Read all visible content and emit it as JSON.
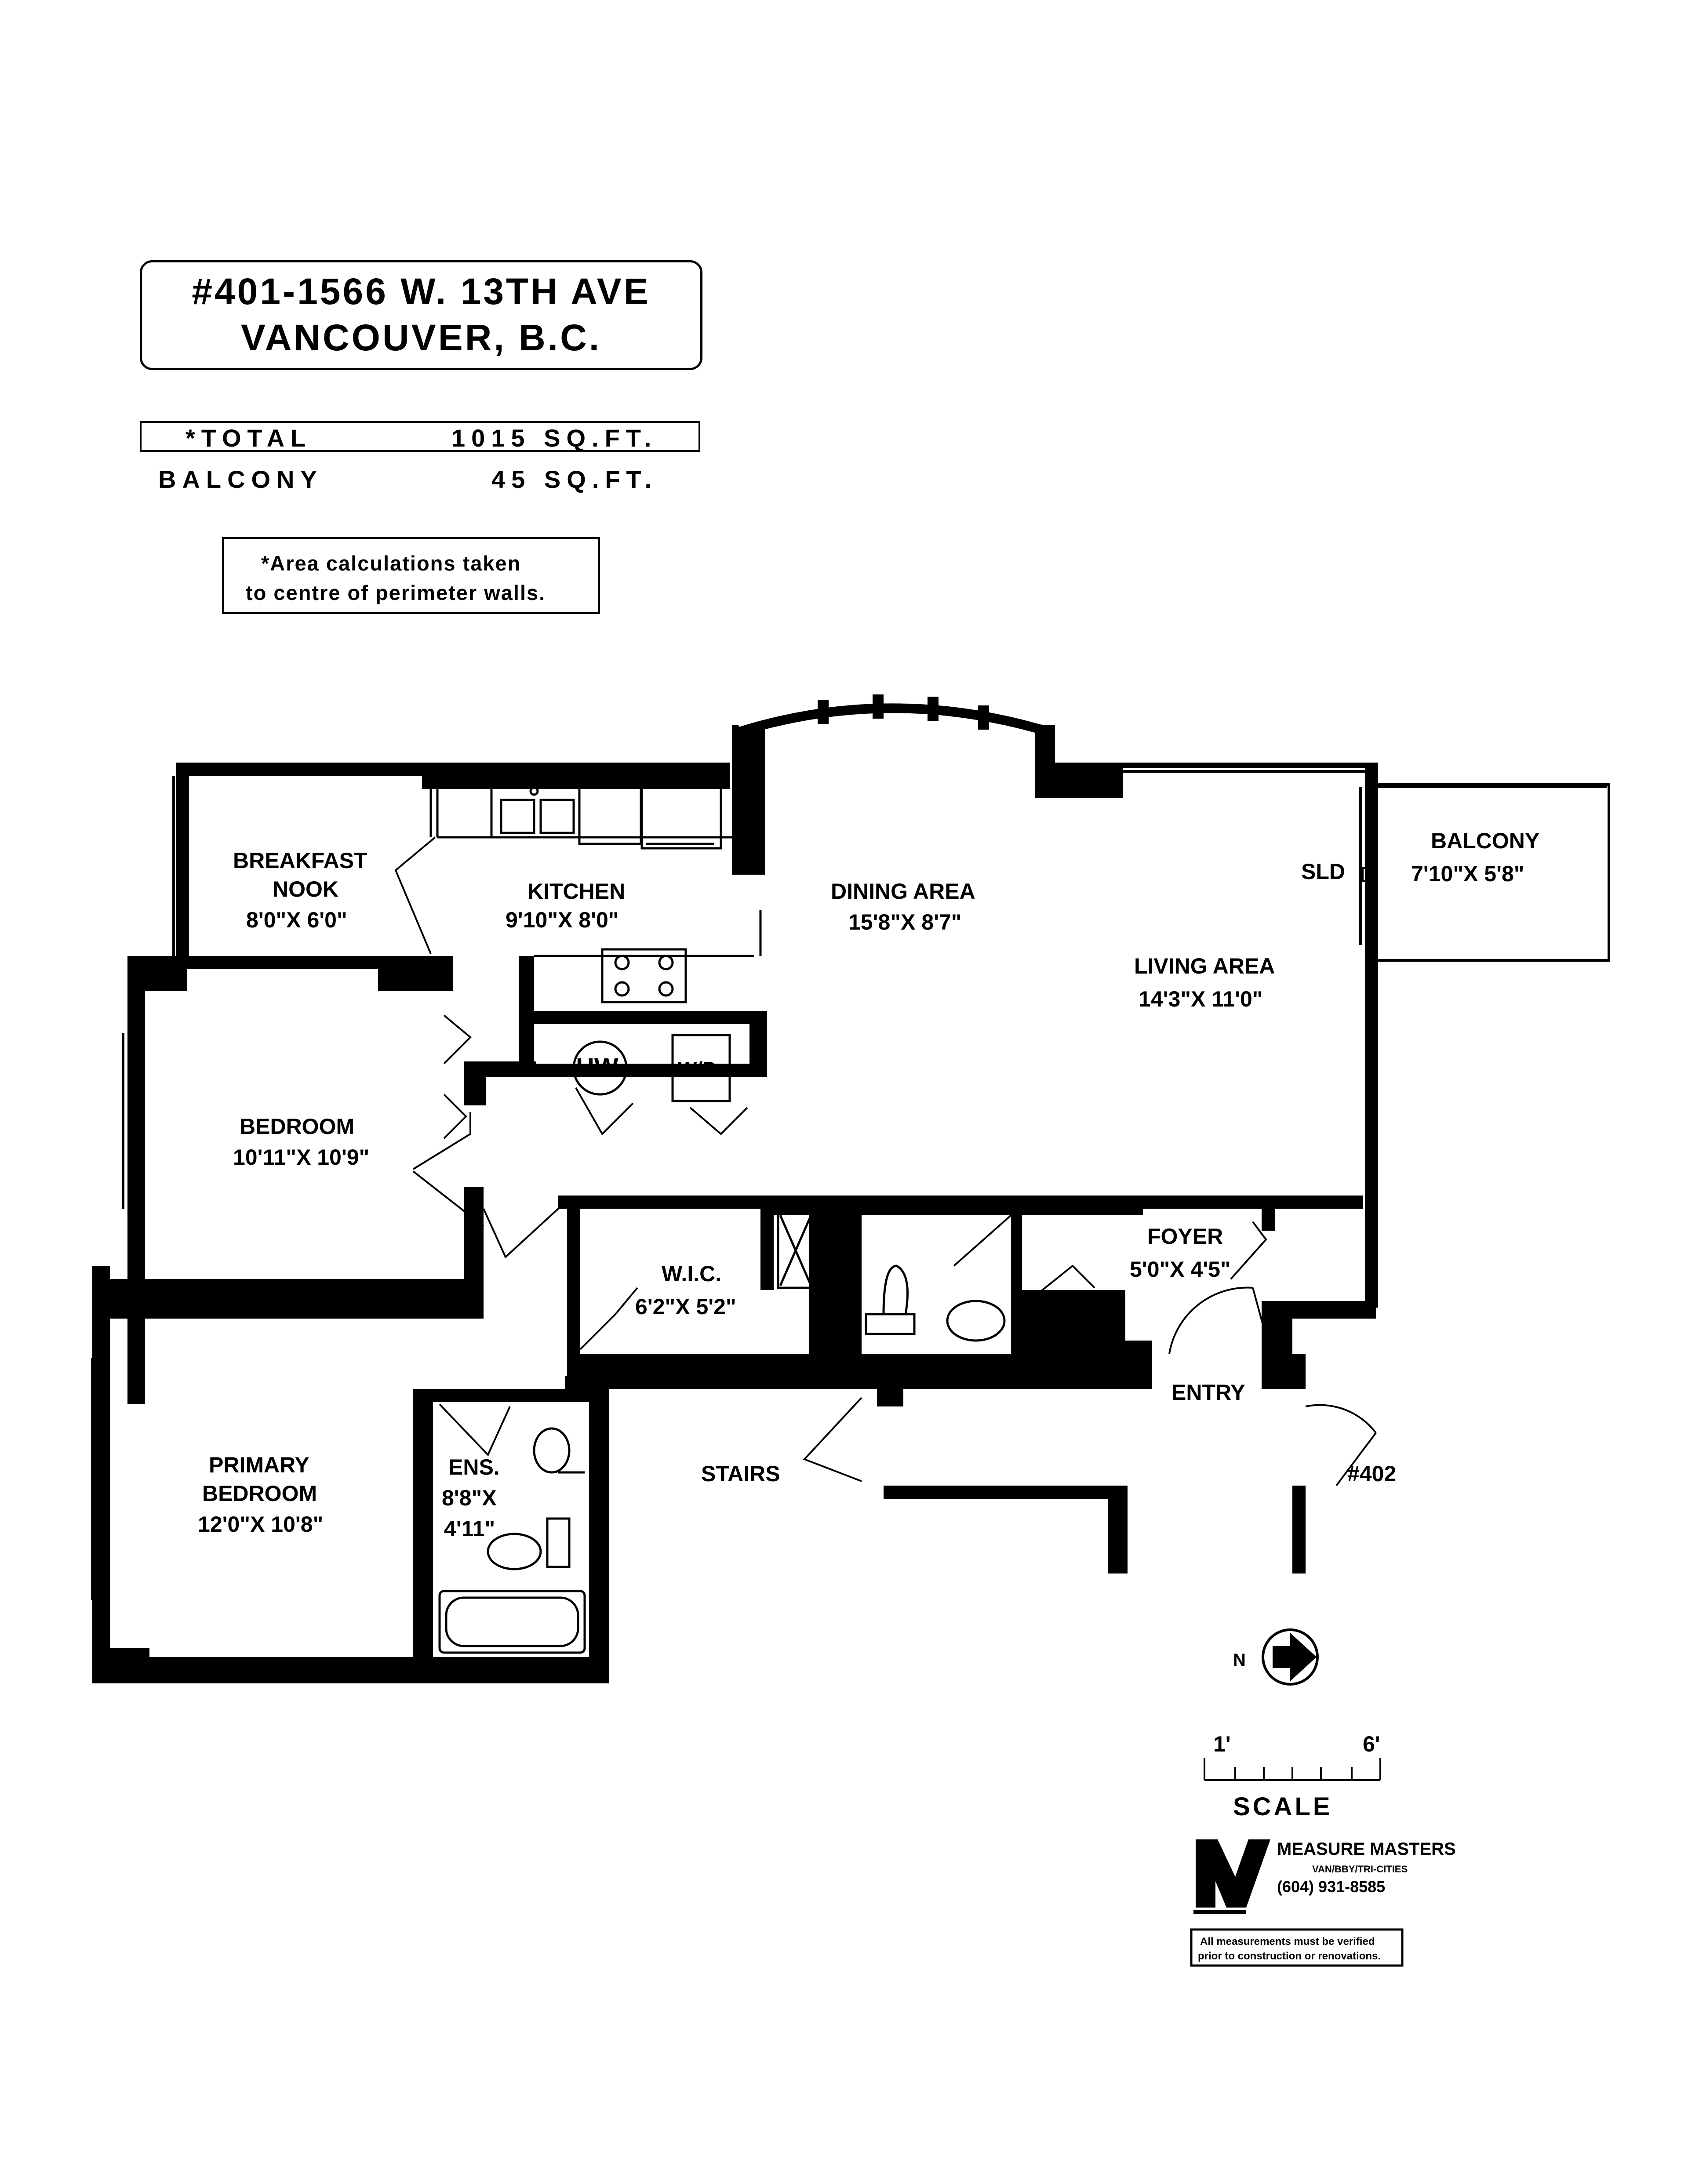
{
  "header": {
    "address_line1": "#401-1566 W. 13TH AVE",
    "address_line2": "VANCOUVER, B.C."
  },
  "areas": [
    {
      "label": "*TOTAL",
      "value": "1015 SQ.FT."
    },
    {
      "label": "BALCONY",
      "value": "45 SQ.FT."
    }
  ],
  "note": {
    "line1": "*Area calculations taken",
    "line2": "to centre of perimeter walls."
  },
  "rooms": {
    "breakfast_nook": {
      "name1": "BREAKFAST",
      "name2": "NOOK",
      "dims": "8'0\"X 6'0\""
    },
    "kitchen": {
      "name": "KITCHEN",
      "dims": "9'10\"X 8'0\""
    },
    "dining": {
      "name": "DINING AREA",
      "dims": "15'8\"X 8'7\""
    },
    "living": {
      "name": "LIVING AREA",
      "dims": "14'3\"X 11'0\""
    },
    "balcony": {
      "name": "BALCONY",
      "dims": "7'10\"X 5'8\""
    },
    "bedroom": {
      "name": "BEDROOM",
      "dims": "10'11\"X 10'9\""
    },
    "wic": {
      "name": "W.I.C.",
      "dims": "6'2\"X 5'2\""
    },
    "foyer": {
      "name": "FOYER",
      "dims": "5'0\"X 4'5\""
    },
    "primary_bedroom": {
      "name1": "PRIMARY",
      "name2": "BEDROOM",
      "dims": "12'0\"X 10'8\""
    },
    "ensuite": {
      "name": "ENS.",
      "dims1": "8'8\"X",
      "dims2": "4'11\""
    }
  },
  "labels": {
    "sld": "SLD",
    "hw": "HW",
    "wd": "W/D",
    "entry": "ENTRY",
    "stairs": "STAIRS",
    "unit402": "#402",
    "north": "N"
  },
  "scale": {
    "tick_left": "1'",
    "tick_right": "6'",
    "label": "SCALE"
  },
  "company": {
    "name": "MEASURE MASTERS",
    "regions": "VAN/BBY/TRI-CITIES",
    "phone": "(604) 931-8585"
  },
  "disclaimer": {
    "line1": "All measurements must be verified",
    "line2": "prior to construction or renovations."
  }
}
